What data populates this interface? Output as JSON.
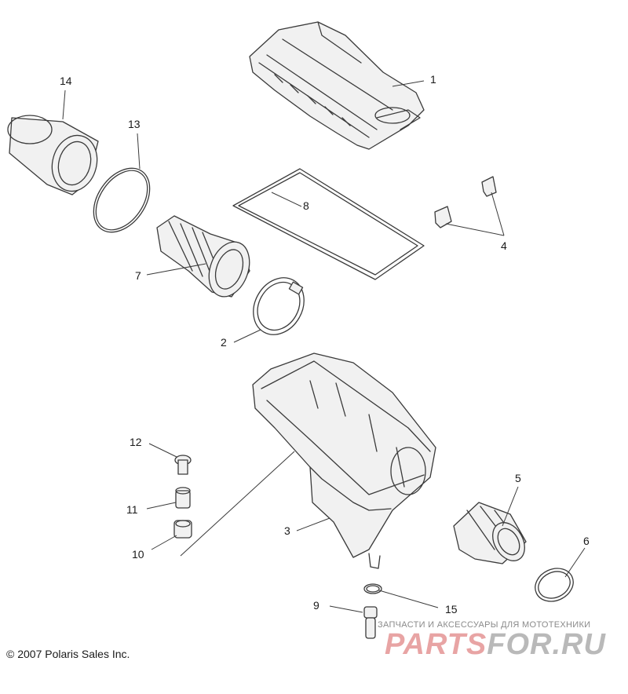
{
  "callouts": [
    {
      "id": "1",
      "label": "1"
    },
    {
      "id": "2",
      "label": "2"
    },
    {
      "id": "3",
      "label": "3"
    },
    {
      "id": "4",
      "label": "4"
    },
    {
      "id": "5",
      "label": "5"
    },
    {
      "id": "6",
      "label": "6"
    },
    {
      "id": "7",
      "label": "7"
    },
    {
      "id": "8",
      "label": "8"
    },
    {
      "id": "9",
      "label": "9"
    },
    {
      "id": "10",
      "label": "10"
    },
    {
      "id": "11",
      "label": "11"
    },
    {
      "id": "12",
      "label": "12"
    },
    {
      "id": "13",
      "label": "13"
    },
    {
      "id": "14",
      "label": "14"
    },
    {
      "id": "15",
      "label": "15"
    }
  ],
  "copyright": "© 2007 Polaris Sales Inc.",
  "watermark": {
    "subtitle": "ЗАПЧАСТИ И АКСЕССУАРЫ ДЛЯ МОТОТЕХНИКИ",
    "logo_part1": "PARTS",
    "logo_part2": "FOR.RU"
  },
  "colors": {
    "line": "#3a3a3a",
    "watermark_red": "#e8a4a4",
    "watermark_gray": "#b9b9b9"
  }
}
